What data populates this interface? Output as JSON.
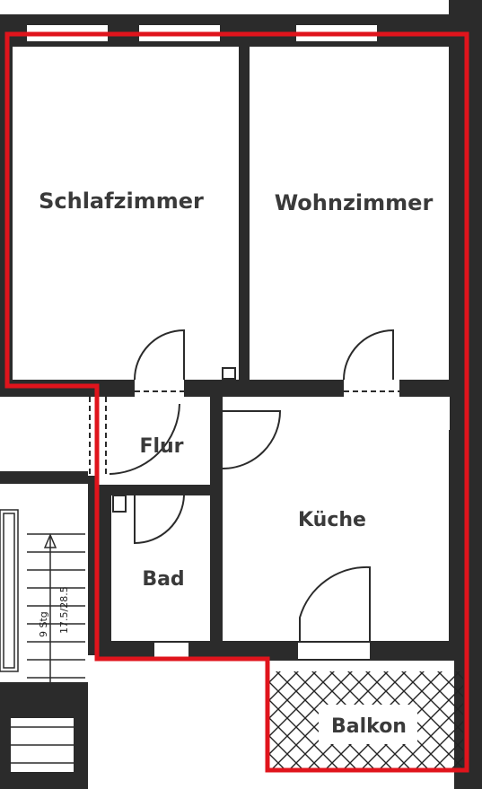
{
  "rooms": {
    "schlafzimmer": "Schlafzimmer",
    "wohnzimmer": "Wohnzimmer",
    "flur": "Flur",
    "kueche": "Küche",
    "bad": "Bad",
    "balkon": "Balkon"
  },
  "stairs": {
    "steps": "9 Stg",
    "dimensions": "17.5/28.5"
  },
  "colors": {
    "wall": "#2b2b2b",
    "outline": "#e0141c",
    "text": "#3a3a3a"
  }
}
